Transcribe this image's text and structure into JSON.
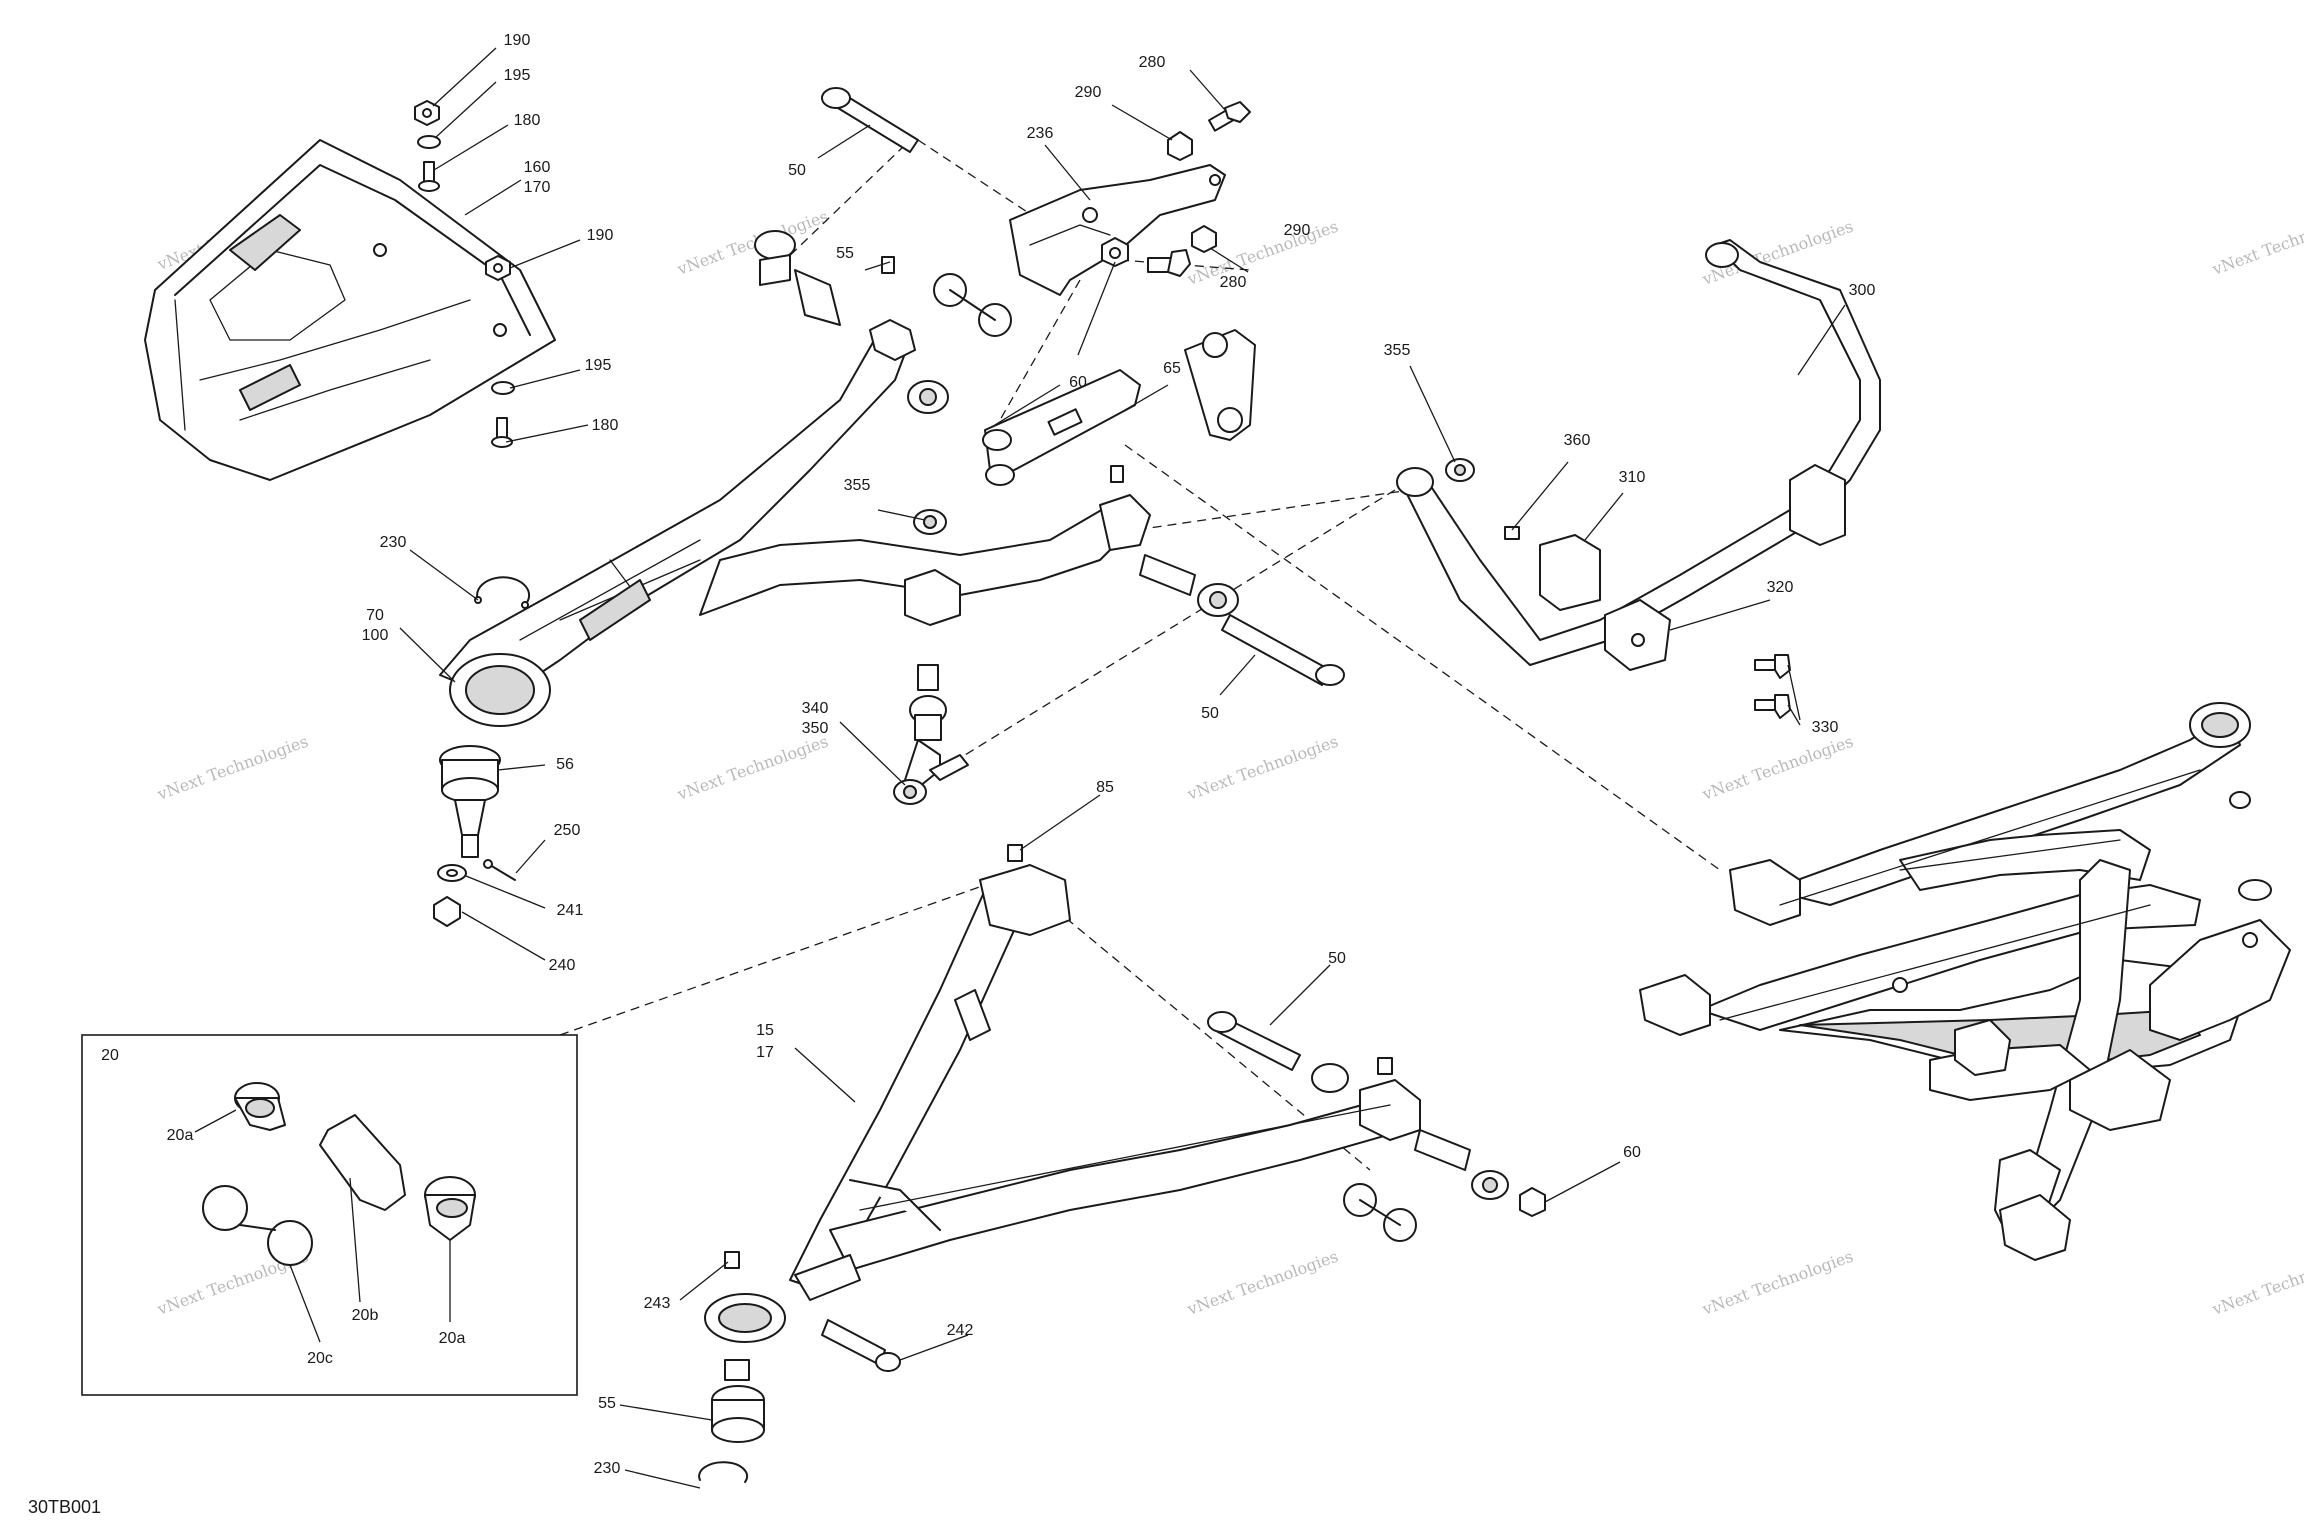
{
  "drawing_code": "30TB001",
  "watermark_text": "vNext Technologies",
  "inset_title": "20",
  "callouts": {
    "c190a": "190",
    "c195a": "195",
    "c180a": "180",
    "c160": "160",
    "c170": "170",
    "c190b": "190",
    "c195b": "195",
    "c180b": "180",
    "c50a": "50",
    "c236": "236",
    "c280a": "280",
    "c290a": "290",
    "c290b": "290",
    "c280b": "280",
    "c55a": "55",
    "c60a": "60",
    "c65": "65",
    "c300": "300",
    "c355a": "355",
    "c360": "360",
    "c310": "310",
    "c355b": "355",
    "c320": "320",
    "c330": "330",
    "c230a": "230",
    "c70": "70",
    "c100": "100",
    "c56": "56",
    "c250": "250",
    "c241": "241",
    "c240": "240",
    "c340": "340",
    "c350": "350",
    "c50b": "50",
    "c85": "85",
    "c50c": "50",
    "c15": "15",
    "c17": "17",
    "c60b": "60",
    "c243": "243",
    "c242": "242",
    "c55b": "55",
    "c230b": "230",
    "c20a1": "20a",
    "c20b": "20b",
    "c20c": "20c",
    "c20a2": "20a"
  }
}
